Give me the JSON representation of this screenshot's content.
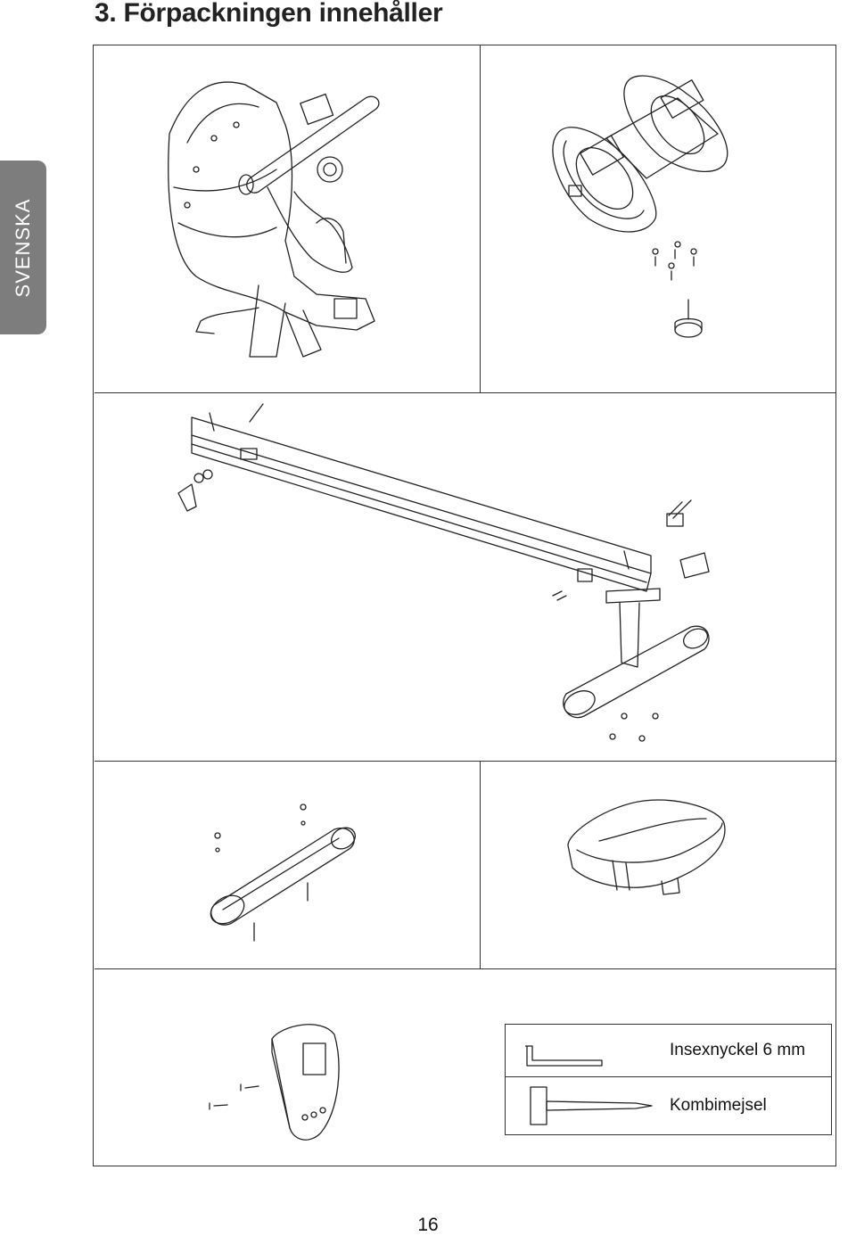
{
  "page": {
    "title": "3. Förpackningen innehåller",
    "language_tab": "SVENSKA",
    "page_number": "16",
    "accent_color": "#7d7d7d"
  },
  "parts": {
    "main_body": {
      "icon": "rower-main-body-icon"
    },
    "footrest": {
      "icon": "footrest-assembly-icon"
    },
    "rail": {
      "icon": "rail-with-rear-stabilizer-icon"
    },
    "front_stabilizer": {
      "icon": "front-stabilizer-icon"
    },
    "seat": {
      "icon": "seat-icon"
    },
    "console": {
      "icon": "console-icon"
    }
  },
  "tools": [
    {
      "label": "Insexnyckel 6 mm",
      "icon": "allen-key-icon"
    },
    {
      "label": "Kombimejsel",
      "icon": "combination-screwdriver-icon"
    }
  ]
}
